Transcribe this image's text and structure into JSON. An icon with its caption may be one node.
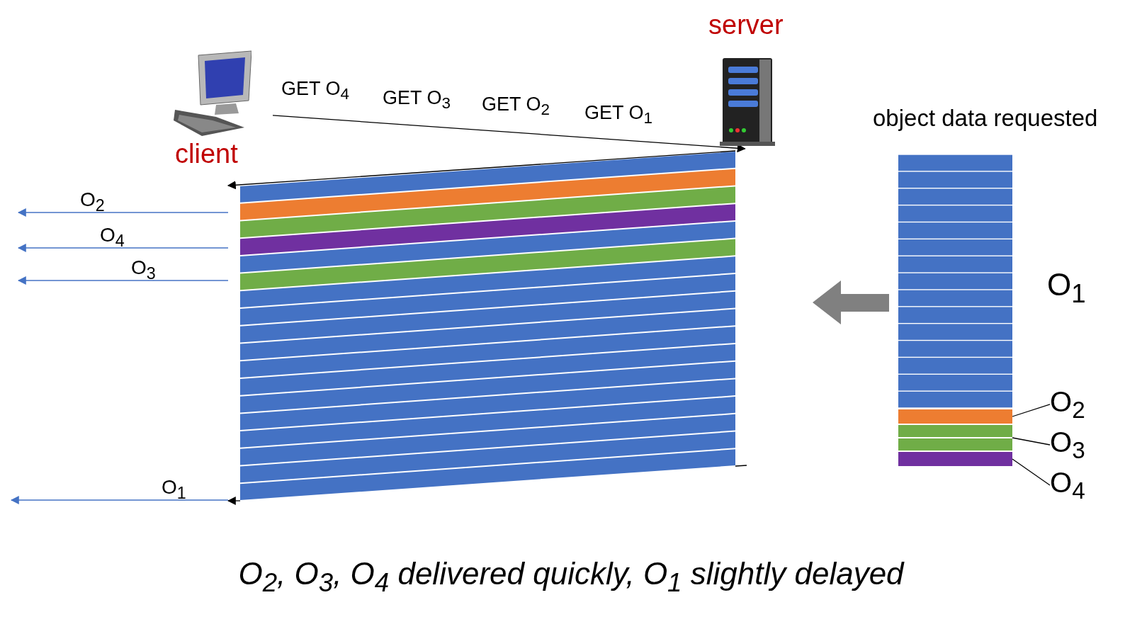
{
  "diagram": {
    "caption": "O$_{2}$, O$_{3}$, O$_{4}$ delivered quickly, O$_{1}$ slightly delayed",
    "nodes": [
      {
        "text": [
          "client"
        ]
      },
      {
        "text": [
          "server"
        ]
      },
      {
        "text": [
          "O$_{2}$"
        ]
      },
      {
        "text": [
          "O$_{3}$"
        ]
      },
      {
        "text": [
          "O$_{4}$"
        ]
      },
      {
        "text": [],
        "shape": "bar"
      },
      {
        "text": [],
        "shape": "bar"
      },
      {
        "text": [],
        "shape": "bar"
      }
    ],
    "edges": [
      {
        "from": 0,
        "to": 1,
        "arrow": "to"
      },
      {
        "from": 2,
        "to": 5,
        "arrow": "none"
      },
      {
        "from": 3,
        "to": 6,
        "arrow": "none"
      },
      {
        "from": 4,
        "to": 7,
        "arrow": "none"
      }
    ],
    "labels": [
      "GET O$_{4}$",
      "GET O$_{3}$",
      "GET O$_{2}$",
      "GET O$_{1}$",
      "object data requested",
      "O$_{2}$",
      "O$_{4}$",
      "O$_{3}$",
      "O$_{1}$",
      "O$_{1}$"
    ]
  }
}
